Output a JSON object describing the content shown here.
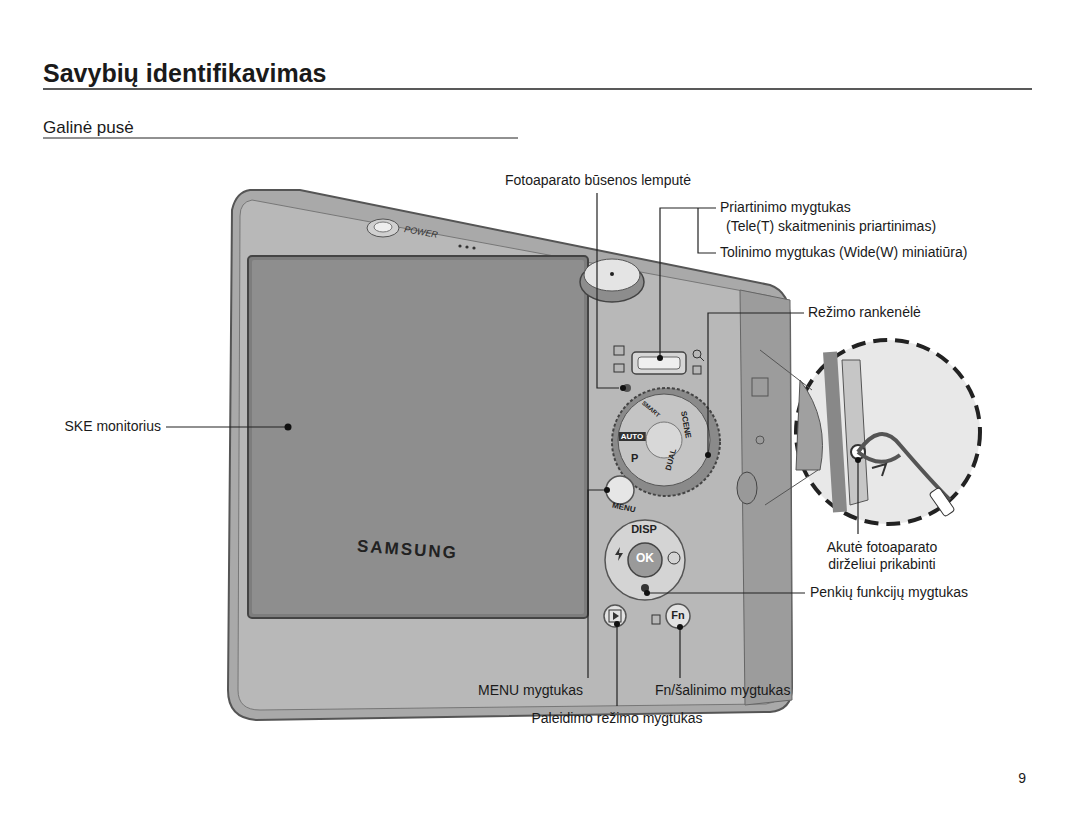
{
  "diagram": {
    "title": "Savybių identifikavimas",
    "labels": [
      "Galinė pusė",
      "Fotoaparato būsenos lemputė",
      "Priartinimo mygtukas",
      "(Tele(T) skaitmeninis priartinimas)",
      "Tolinimo mygtukas (Wide(W) miniatiūra)",
      "Režimo rankenėlė",
      "SKE monitorius",
      "Akutė fotoaparato",
      "dirželiui prikabinti",
      "Penkių funkcijų mygtukas",
      "MENU mygtukas",
      "Fn/šalinimo mygtukas",
      "Paleidimo režimo mygtukas",
      "9",
      "POWER",
      "SAMSUNG",
      "MENU",
      "DISP",
      "OK",
      "Fn",
      "AUTO",
      "SCENE",
      "DUAL",
      "P",
      "SMART"
    ]
  }
}
